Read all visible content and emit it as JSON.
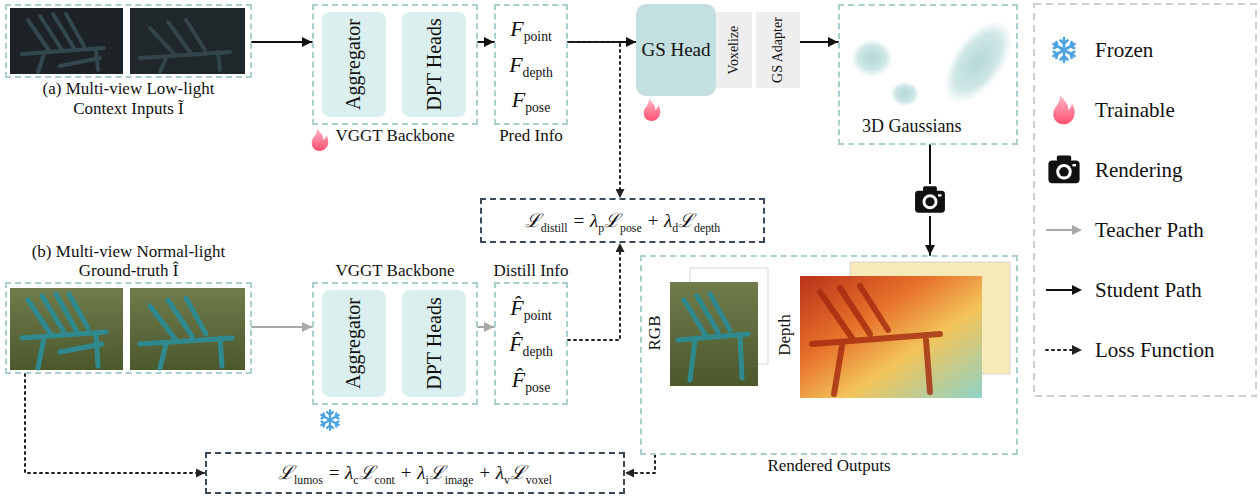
{
  "diagram": {
    "nodes": [
      {
        "text": [
          "(a) Multi-view Low-light Context Inputs Ĩ"
        ]
      },
      {
        "text": [
          "VGGT Backbone"
        ]
      },
      {
        "text": [
          "Aggregator"
        ],
        "in": 1
      },
      {
        "text": [
          "DPT Heads"
        ],
        "in": 1
      },
      {
        "text": [
          "Fpoint",
          "Fdepth",
          "Fpose",
          "Pred Info"
        ]
      },
      {
        "text": [
          "GS Head"
        ]
      },
      {
        "text": [
          "Voxelize"
        ]
      },
      {
        "text": [
          "GS Adapter"
        ]
      },
      {
        "text": [
          "3D Gaussians"
        ]
      },
      {
        "text": [
          "ℒdistill = λpℒpose + λdℒdepth"
        ]
      },
      {
        "text": [
          "(b) Multi-view Normal-light Ground-truth Î"
        ]
      },
      {
        "text": [
          "VGGT Backbone"
        ]
      },
      {
        "text": [
          "Aggregator"
        ],
        "in": 11
      },
      {
        "text": [
          "DPT Heads"
        ],
        "in": 11
      },
      {
        "text": [
          "F̂point",
          "F̂depth",
          "F̂pose",
          "Distill Info"
        ]
      },
      {
        "text": [
          "RGB",
          "Depth",
          "Rendered Outputs"
        ]
      },
      {
        "text": [
          "ℒlumos = λcℒcont + λiℒimage + λvℒvoxel"
        ]
      }
    ],
    "edges": [
      {
        "from": 0,
        "to": 1,
        "arrow": "to"
      },
      {
        "from": 1,
        "to": 4,
        "arrow": "to"
      },
      {
        "from": 4,
        "to": 5,
        "arrow": "to"
      },
      {
        "from": 7,
        "to": 8,
        "arrow": "to"
      },
      {
        "from": 8,
        "to": 15,
        "arrow": "to"
      },
      {
        "from": 4,
        "to": 9,
        "arrow": "to"
      },
      {
        "from": 10,
        "to": 11,
        "arrow": "to"
      },
      {
        "from": 11,
        "to": 14,
        "arrow": "to"
      },
      {
        "from": 14,
        "to": 9,
        "arrow": "to"
      },
      {
        "from": 10,
        "to": 16,
        "arrow": "to"
      },
      {
        "from": 15,
        "to": 16,
        "arrow": "to"
      }
    ],
    "legend": [
      {
        "text": "Frozen"
      },
      {
        "text": "Trainable"
      },
      {
        "text": "Rendering"
      },
      {
        "text": "Teacher Path"
      },
      {
        "text": "Student Path"
      },
      {
        "text": "Loss Function"
      }
    ]
  }
}
